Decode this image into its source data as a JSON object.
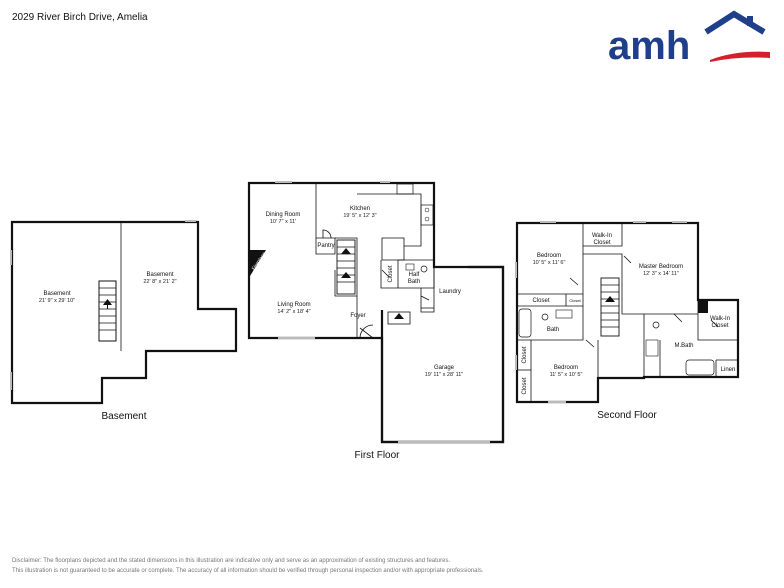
{
  "header": {
    "address": "2029 River Birch Drive, Amelia"
  },
  "logo": {
    "text": "amh",
    "color_text": "#1f3f8a",
    "color_swoosh": "#d4202c"
  },
  "floors": {
    "basement": {
      "label": "Basement"
    },
    "first": {
      "label": "First Floor"
    },
    "second": {
      "label": "Second Floor"
    }
  },
  "rooms": {
    "basement_a": {
      "name": "Basement",
      "dim": "21' 9\" x 29' 10\""
    },
    "basement_b": {
      "name": "Basement",
      "dim": "22' 8\" x 21' 2\""
    },
    "dining": {
      "name": "Dining Room",
      "dim": "10' 7\" x 11'"
    },
    "kitchen": {
      "name": "Kitchen",
      "dim": "19' 5\" x 12' 3\""
    },
    "pantry": {
      "name": "Pantry"
    },
    "fireplace": {
      "name": "Fireplace"
    },
    "closet_first": {
      "name": "Closet"
    },
    "half_bath": {
      "name": "Half Bath"
    },
    "laundry": {
      "name": "Laundry"
    },
    "living": {
      "name": "Living Room",
      "dim": "14' 2\" x 18' 4\""
    },
    "foyer": {
      "name": "Foyer"
    },
    "garage": {
      "name": "Garage",
      "dim": "19' 11\" x 28' 11\""
    },
    "bedroom1": {
      "name": "Bedroom",
      "dim": "10' 5\" x 11' 6\""
    },
    "walkin1": {
      "name": "Walk-In Closet"
    },
    "master": {
      "name": "Master Bedroom",
      "dim": "12' 3\" x 14' 11\""
    },
    "closet_a": {
      "name": "Closet"
    },
    "closet_b": {
      "name": "Closet"
    },
    "bath": {
      "name": "Bath"
    },
    "walkin2": {
      "name": "Walk-In Closet"
    },
    "mbath": {
      "name": "M.Bath"
    },
    "closet_c": {
      "name": "Closet"
    },
    "closet_d": {
      "name": "Closet"
    },
    "bedroom2": {
      "name": "Bedroom",
      "dim": "11' 5\" x 10' 5\""
    },
    "linen": {
      "name": "Linen"
    }
  },
  "disclaimer": {
    "line1": "Disclaimer: The floorplans depicted and the stated dimensions in this illustration are indicative only and serve as an approximation of existing structures and features.",
    "line2": "This illustration is not guaranteed to be accurate or complete. The accuracy of all information should be verified through personal inspection and/or with appropriate professionals."
  }
}
